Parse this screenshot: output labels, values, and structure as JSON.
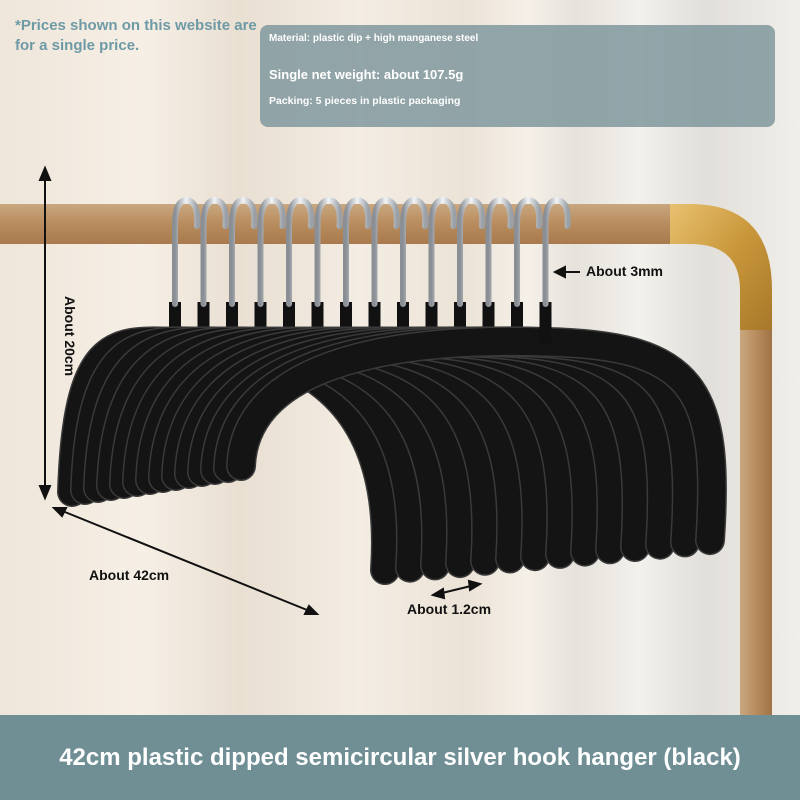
{
  "price_note": "*Prices shown on this website are for a single price.",
  "info": {
    "material": "Material: plastic dip + high manganese steel",
    "weight": "Single net weight: about 107.5g",
    "packing": "Packing: 5 pieces in plastic packaging"
  },
  "dimensions": {
    "height": "About 20cm",
    "width": "About 42cm",
    "hook": "About 3mm",
    "thickness": "About 1.2cm"
  },
  "hanger_count": 14,
  "banner": "42cm plastic dipped semicircular silver hook hanger (black)",
  "colors": {
    "banner": "#6f8f95",
    "note": "#6e9aa6",
    "hanger": "#141414"
  }
}
